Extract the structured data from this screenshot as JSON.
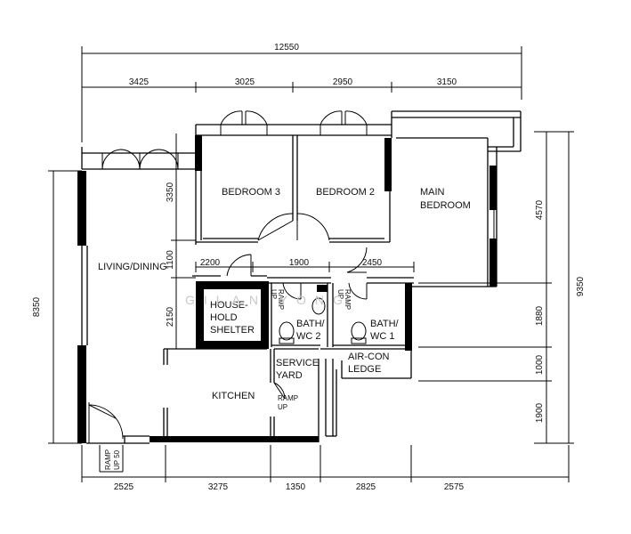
{
  "dimensions": {
    "top_total": "12550",
    "top_segments": [
      "3425",
      "3025",
      "2950",
      "3150"
    ],
    "bottom_segments": [
      "2525",
      "3275",
      "1350",
      "2825",
      "2575"
    ],
    "left_total": "8350",
    "left_segments": [
      "3350",
      "1100",
      "2150"
    ],
    "right_total": "9350",
    "right_segments": [
      "4570",
      "1880",
      "1000",
      "1900"
    ],
    "mid_segments": [
      "2200",
      "1900",
      "2450"
    ]
  },
  "rooms": {
    "bedroom3": "BEDROOM 3",
    "bedroom2": "BEDROOM 2",
    "main_bedroom": [
      "MAIN",
      "BEDROOM"
    ],
    "living_dining": "LIVING/DINING",
    "household_shelter": [
      "HOUSE-",
      "HOLD",
      "SHELTER"
    ],
    "bath2": [
      "BATH/",
      "WC 2"
    ],
    "bath1": [
      "BATH/",
      "WC 1"
    ],
    "service_yard": [
      "SERVICE",
      "YARD"
    ],
    "aircon_ledge": [
      "AIR-CON",
      "LEDGE"
    ],
    "kitchen": "KITCHEN"
  },
  "ramps": {
    "bath2": [
      "RAMP",
      "UP"
    ],
    "bath1": [
      "RAMP",
      "UP"
    ],
    "yard": [
      "RAMP",
      "UP"
    ],
    "entrance": [
      "RAMP",
      "UP 50"
    ]
  },
  "watermark": "GILAN YONG"
}
